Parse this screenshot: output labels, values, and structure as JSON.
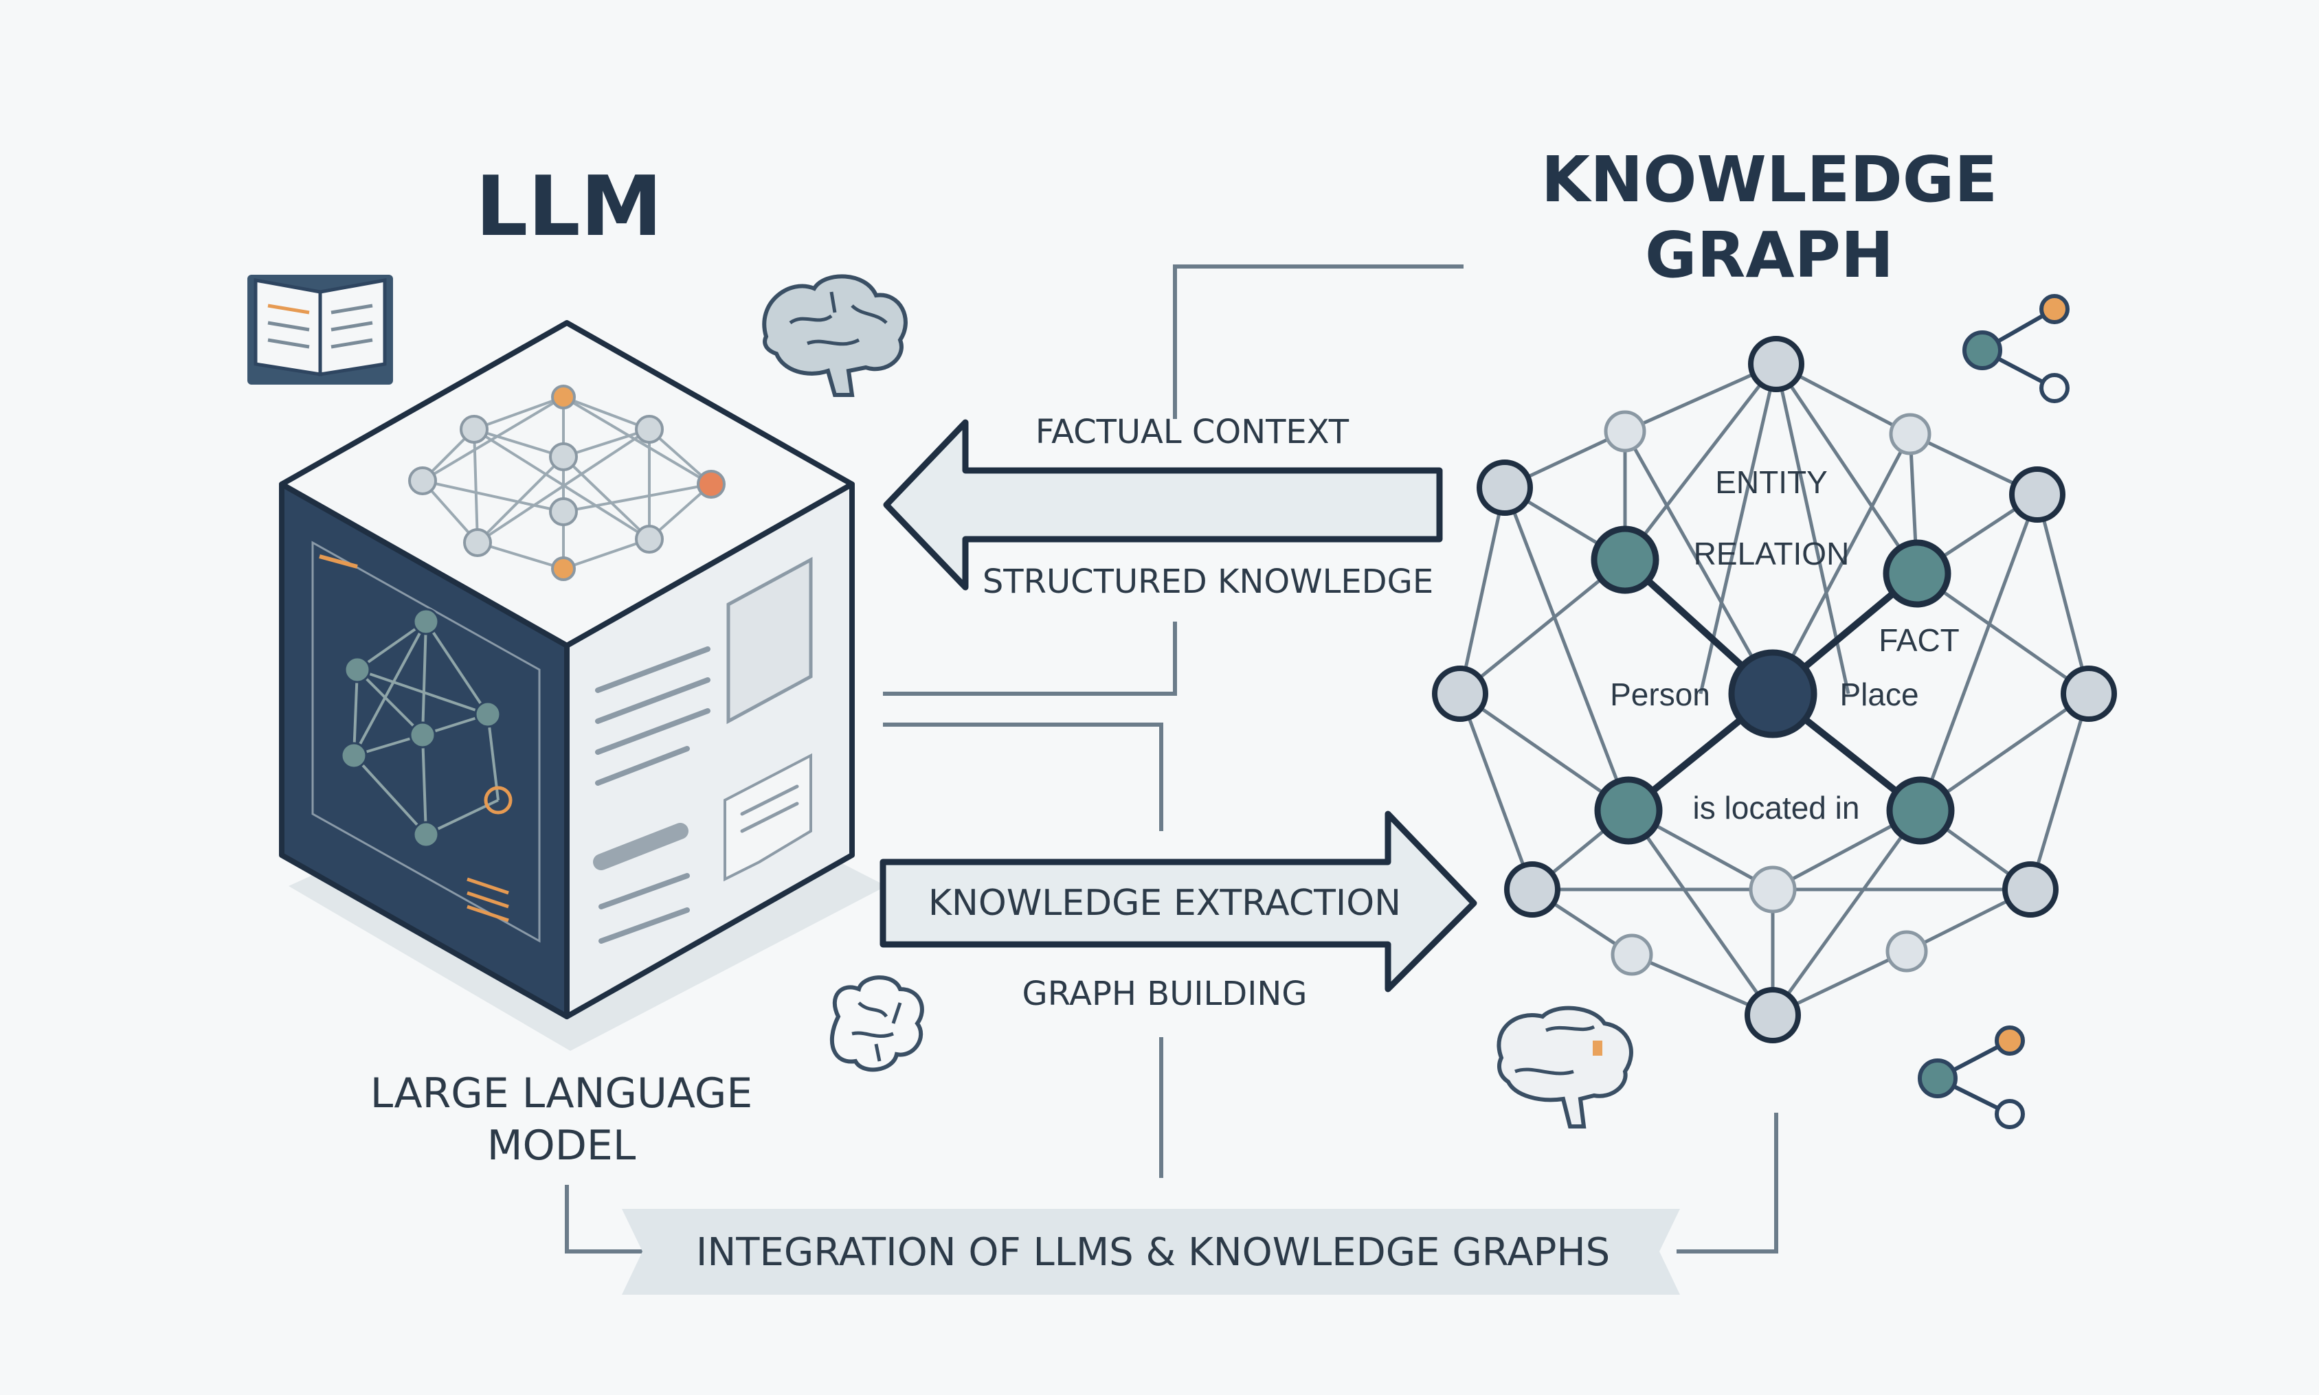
{
  "llm": {
    "title": "LLM",
    "caption_line1": "LARGE LANGUAGE",
    "caption_line2": "MODEL"
  },
  "kg": {
    "title_line1": "KNOWLEDGE",
    "title_line2": "GRAPH",
    "labels": {
      "entity": "ENTITY",
      "relation": "RELATION",
      "fact": "FACT",
      "person": "Person",
      "place": "Place",
      "located": "is located in"
    }
  },
  "flows": {
    "to_llm_top": "FACTUAL CONTEXT",
    "to_llm_bottom": "STRUCTURED KNOWLEDGE",
    "to_kg_top": "KNOWLEDGE EXTRACTION",
    "to_kg_bottom": "GRAPH BUILDING"
  },
  "banner": "INTEGRATION OF LLMS & KNOWLEDGE GRAPHS",
  "icons": [
    "open-book-icon",
    "brain-icon",
    "share-nodes-icon"
  ],
  "colors": {
    "navy": "#2e4560",
    "teal": "#5a8a8c",
    "orange": "#e69a52",
    "node_light": "#cdd5dc",
    "line": "#6b7c8a",
    "banner": "#dfe6ea"
  }
}
